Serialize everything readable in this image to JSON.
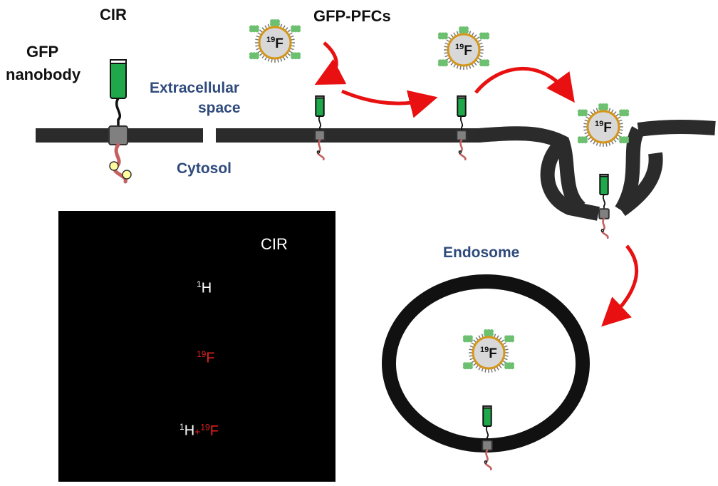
{
  "labels": {
    "cir": "CIR",
    "gfp_nanobody_line1": "GFP",
    "gfp_nanobody_line2": "nanobody",
    "gfp_pfcs": "GFP-PFCs",
    "extracellular_line1": "Extracellular",
    "extracellular_line2": "space",
    "cytosol": "Cytosol",
    "endosome": "Endosome"
  },
  "particle": {
    "mass": "19",
    "element": "F"
  },
  "mri": {
    "title": "CIR",
    "h_mass": "1",
    "h_element": "H",
    "f_mass": "19",
    "f_element": "F",
    "overlay_plus": "+"
  },
  "colors": {
    "membrane": "#2b2b2b",
    "nanobody": "#1ea84a",
    "receptor": "#808080",
    "tail": "#c46060",
    "arrow": "#e81010",
    "label_blue": "#2f4a7c",
    "gfp": "#6cc070"
  }
}
